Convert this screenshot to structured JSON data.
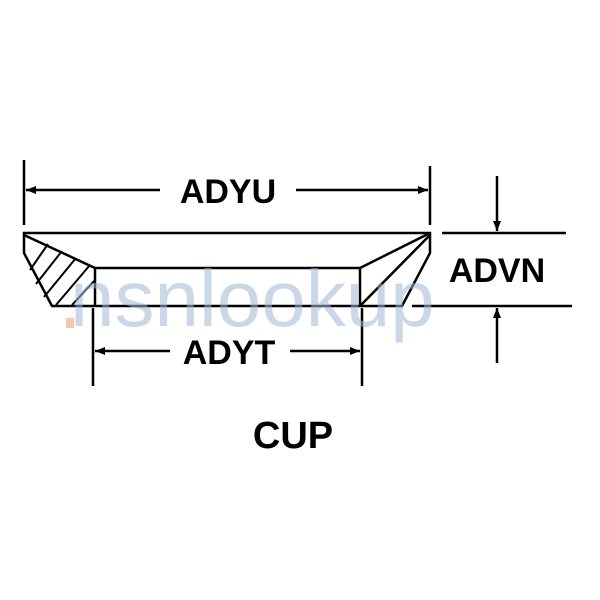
{
  "dimensions": {
    "outer_diameter": "ADYU",
    "inner_diameter": "ADYT",
    "height": "ADVN"
  },
  "caption": "CUP",
  "watermark": "nsnlookup",
  "colors": {
    "line": "#000000",
    "watermark": "#9fb8d3",
    "watermark_dot": "#f0a070"
  }
}
